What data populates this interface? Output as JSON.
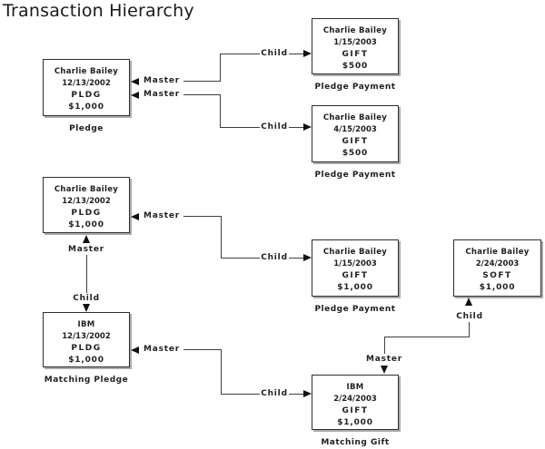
{
  "title": "Transaction Hierarchy",
  "labels": {
    "master": "Master",
    "child": "Child"
  },
  "nodes": [
    {
      "caption": "Pledge",
      "lines": [
        "Charlie Bailey",
        "12/13/2002",
        "PLDG",
        "$1,000"
      ]
    },
    {
      "caption": "Pledge Payment",
      "lines": [
        "Charlie Bailey",
        "1/15/2003",
        "GIFT",
        "$500"
      ]
    },
    {
      "caption": "Pledge Payment",
      "lines": [
        "Charlie Bailey",
        "4/15/2003",
        "GIFT",
        "$500"
      ]
    },
    {
      "caption": "",
      "lines": [
        "Charlie Bailey",
        "12/13/2002",
        "PLDG",
        "$1,000"
      ]
    },
    {
      "caption": "Pledge Payment",
      "lines": [
        "Charlie Bailey",
        "1/15/2003",
        "GIFT",
        "$1,000"
      ]
    },
    {
      "caption": "",
      "lines": [
        "Charlie Bailey",
        "2/24/2003",
        "SOFT",
        "$1,000"
      ]
    },
    {
      "caption": "Matching Pledge",
      "lines": [
        "IBM",
        "12/13/2002",
        "PLDG",
        "$1,000"
      ]
    },
    {
      "caption": "Matching Gift",
      "lines": [
        "IBM",
        "2/24/2003",
        "GIFT",
        "$1,000"
      ]
    }
  ],
  "colors": {
    "line": "#3f3f3f",
    "arrow": "#111111",
    "box_border": "#2e2e2e",
    "box_shadow": "#aaaaaa",
    "text": "#1f1f1f"
  }
}
